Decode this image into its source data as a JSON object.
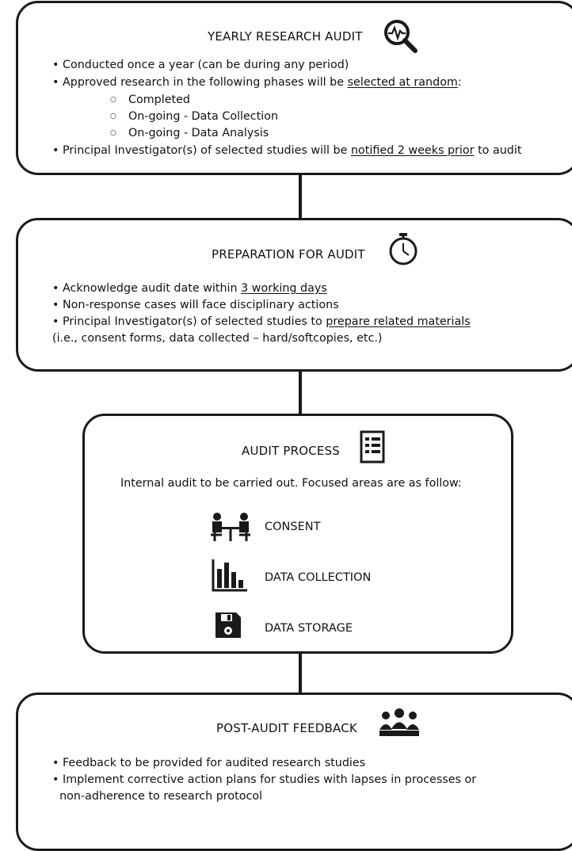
{
  "box1": {
    "title": "YEARLY RESEARCH AUDIT",
    "icon": "magnifier-pulse-icon",
    "l1": "• Conducted once a year (can be during any period)",
    "l2a": "• Approved research in the following phases will be ",
    "l2u": "selected at random",
    "l2b": ":",
    "phases": [
      "Completed",
      "On-going - Data Collection",
      "On-going - Data Analysis"
    ],
    "l3a": "• Principal Investigator(s) of selected studies will be ",
    "l3u": "notified 2 weeks prior",
    "l3b": " to audit"
  },
  "box2": {
    "title": "PREPARATION FOR AUDIT",
    "icon": "stopwatch-icon",
    "l1a": "• Acknowledge audit date within ",
    "l1u": "3 working days",
    "l2": "• Non-response cases will face disciplinary actions",
    "l3a": "• Principal Investigator(s) of selected studies to ",
    "l3u": "prepare related materials",
    "l4": "  (i.e., consent forms, data collected – hard/softcopies, etc.)"
  },
  "box3": {
    "title": "AUDIT PROCESS",
    "icon": "checklist-icon",
    "intro": "Internal audit to be carried out. Focused areas are as follow:",
    "areas": [
      {
        "label": "CONSENT",
        "icon": "consent-meeting-icon"
      },
      {
        "label": "DATA COLLECTION",
        "icon": "bar-chart-icon"
      },
      {
        "label": "DATA STORAGE",
        "icon": "floppy-disk-icon"
      }
    ]
  },
  "box4": {
    "title": "POST-AUDIT FEEDBACK",
    "icon": "group-people-icon",
    "l1": "• Feedback to be provided for audited research studies",
    "l2": "• Implement corrective action plans for studies with lapses in processes or",
    "l3": "  non-adherence to research protocol"
  },
  "colors": {
    "stroke": "#1a1a1a",
    "text": "#111111",
    "background": "#ffffff"
  }
}
